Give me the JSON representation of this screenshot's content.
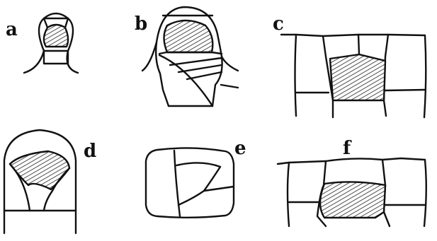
{
  "panels": [
    {
      "id": "a",
      "label": "a"
    },
    {
      "id": "b",
      "label": "b"
    },
    {
      "id": "c",
      "label": "c"
    },
    {
      "id": "d",
      "label": "d"
    },
    {
      "id": "e",
      "label": "e"
    },
    {
      "id": "f",
      "label": "f"
    }
  ],
  "colors": {
    "ink": "#111111",
    "background": "#ffffff"
  }
}
